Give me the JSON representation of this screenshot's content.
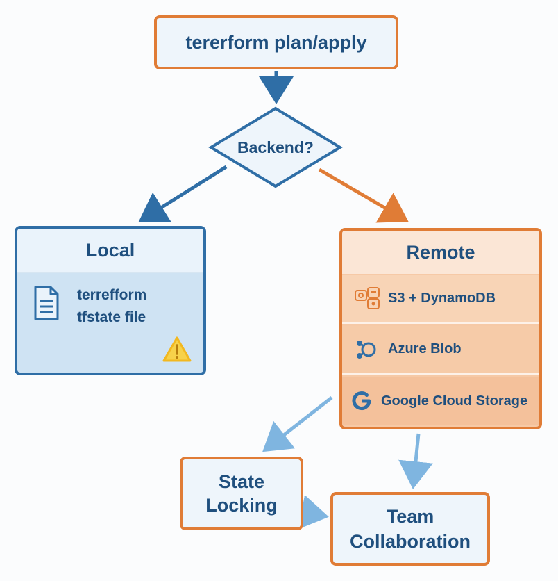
{
  "nodes": {
    "command": "tererform plan/apply",
    "decision": "Backend?",
    "local": {
      "title": "Local",
      "file_line1": "terrefform",
      "file_line2": "tfstate file"
    },
    "remote": {
      "title": "Remote",
      "options": [
        {
          "label": "S3 + DynamoDB",
          "icon": "aws-s3-icon"
        },
        {
          "label": "Azure Blob",
          "icon": "azure-blob-icon"
        },
        {
          "label": "Google Cloud Storage",
          "icon": "google-icon"
        }
      ]
    },
    "locking_line1": "State",
    "locking_line2": "Locking",
    "team_line1": "Team",
    "team_line2": "Collaboration"
  },
  "colors": {
    "blue": "#2f6ea6",
    "orange": "#e07c36",
    "light_blue": "#7fb5e0",
    "text": "#1f4f7e",
    "warning": "#f2b820"
  }
}
